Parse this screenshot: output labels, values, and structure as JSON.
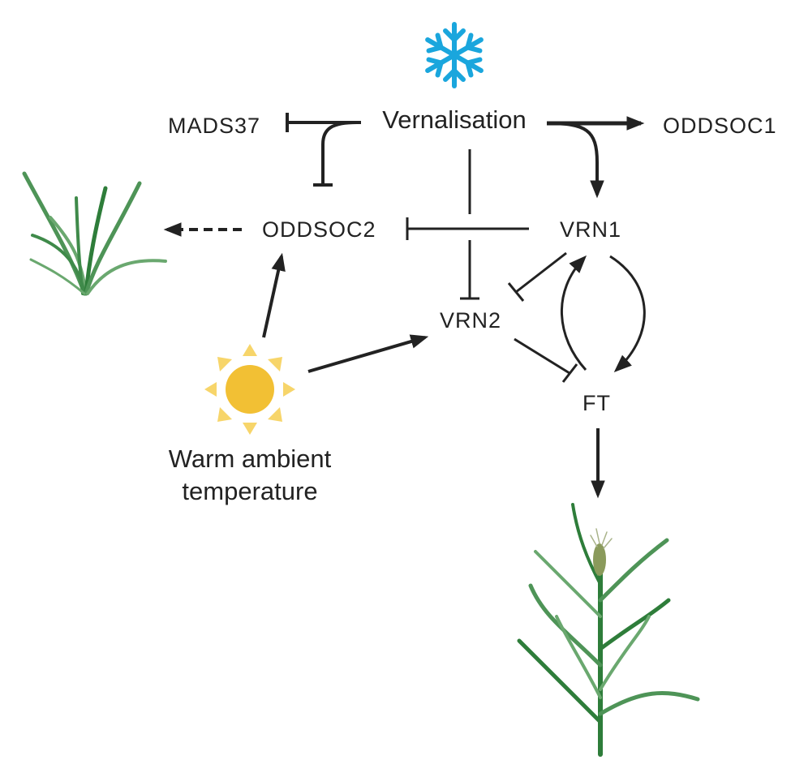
{
  "labels": {
    "vernalisation": "Vernalisation",
    "mads37": "MADS37",
    "oddsoc1": "ODDSOC1",
    "oddsoc2": "ODDSOC2",
    "vrn1": "VRN1",
    "vrn2": "VRN2",
    "ft": "FT",
    "warm_line1": "Warm ambient",
    "warm_line2": "temperature"
  },
  "colors": {
    "arrow": "#222222",
    "snowflake": "#1aa6dd",
    "sun": "#f2c034",
    "sun_rays": "#f7d56a",
    "grass_dark": "#2e7d3a",
    "grass_light": "#6aa86f",
    "wheat_head": "#8a9a5b"
  },
  "icons": [
    "snowflake-icon",
    "sun-icon",
    "vegetative-grass-icon",
    "flowering-cereal-icon"
  ]
}
